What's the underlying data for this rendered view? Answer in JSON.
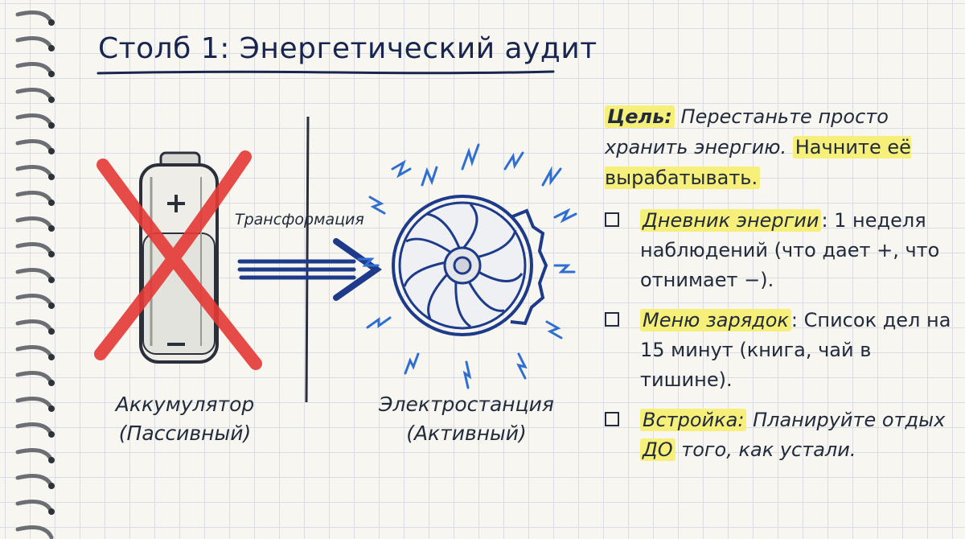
{
  "title": "Столб 1: Энергетический аудит",
  "left_item": {
    "name": "Аккумулятор",
    "mode": "(Пассивный)"
  },
  "right_item": {
    "name": "Электростанция",
    "mode": "(Активный)"
  },
  "arrow_label": "Трансформация",
  "goal": {
    "label": "Цель:",
    "text1": "Перестаньте просто хранить энергию.",
    "text2": "Начните её вырабатывать."
  },
  "tasks": [
    {
      "title": "Дневник энергии",
      "text": ": 1 неделя наблюдений (что дает +, что отнимает −)."
    },
    {
      "title": "Меню зарядок",
      "text": ": Список дел на 15 минут (книга, чай в тишине)."
    },
    {
      "title": "Встройка:",
      "text_em": " Планируйте отдых",
      "highlight2": "ДО",
      "text_tail": " того, как устали."
    }
  ],
  "colors": {
    "ink": "#17254f",
    "highlight": "#f6f07a",
    "cross": "#e53935",
    "spark": "#2f6fd1"
  }
}
